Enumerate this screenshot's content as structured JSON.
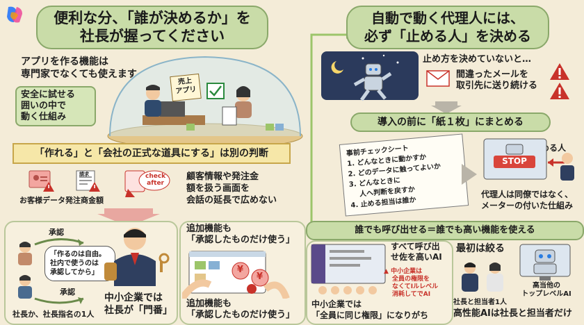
{
  "logo": {
    "name": "copilot-logo"
  },
  "left": {
    "title_line1": "便利な分、「誰が決めるか」を",
    "title_line2": "社長が握ってください",
    "app_line1": "アプリを作る機能は",
    "app_line2": "専門家でなくても使えます",
    "safe_line1": "安全に試せる",
    "safe_line2": "囲いの中で",
    "safe_line3": "動く仕組み",
    "sign_line1": "売上",
    "sign_line2": "アプリ",
    "ribbon": "「作れる」と「会社の正式な道具にする」は別の判断",
    "icon1_label": "お客様データ",
    "icon2_label": "発注商金額",
    "icon2_tag": "請求",
    "icon3_tag1": "check",
    "icon3_tag2": "after",
    "customer_line1": "顧客情報や発注金",
    "customer_line2": "額を扱う画面を",
    "customer_line3": "会話の延長で広めない",
    "approve_top": "承認",
    "approve_bottom": "承認",
    "bubble_line1": "「作るのは自由。",
    "bubble_line2": "社内で使うのは",
    "bubble_line3": "承認してから」",
    "boss_label": "社長か、社長指名の1人",
    "gatekeeper_line1": "中小企業では",
    "gatekeeper_line2": "社長が「門番」"
  },
  "right": {
    "title_line1": "自動で動く代理人には、",
    "title_line2": "必ず「止める人」を決める",
    "warn_head": "止め方を決めていないと…",
    "warn_line1": "間違ったメールを",
    "warn_line2": "取引先に送り続ける",
    "onepage": "導入の前に「紙１枚」にまとめる",
    "checklist": {
      "title": "事前チェックシート",
      "items": [
        "1. どんなときに動かすか",
        "2. どのデータに触ってよいか",
        "3. どんなときに",
        "人へ判断を戻すか",
        "4. 止める担当は誰か"
      ]
    },
    "stop_person": "止める人",
    "stop_label": "STOP",
    "agent_line1": "代理人は同僚ではなく、",
    "agent_line2": "メーターの付いた仕組み"
  },
  "bottom": {
    "extra1_line1": "追加機能も",
    "extra1_line2": "「承認したものだけ使う」",
    "extra2_line1": "追加機能も",
    "extra2_line2": "「承認したものだけ使う」",
    "yen": "¥",
    "anyone": "誰でも呼び出せる＝誰でも高い機能を使える",
    "all_call_line1": "すべて呼び出",
    "all_call_line2": "せ佐を高いAI",
    "warn_line1": "中小企業は",
    "warn_line2": "全員の権限を",
    "warn_line3": "なくてIルレベル",
    "warn_line4": "消耗してでAI",
    "sme_line1": "中小企業では",
    "sme_line2": "「全員に同じ権限」になりがち",
    "narrow": "最初は絞る",
    "boss_staff": "社長と担当者1人",
    "top_ai_line1": "高当他の",
    "top_ai_line2": "トップレベルAI",
    "final": "高性能AIは社長と担当者だけ"
  },
  "colors": {
    "banner": "#c9dca8",
    "ribbon": "#f6e7a8",
    "warn": "#c8322a",
    "bg": "#f4ecd8"
  }
}
